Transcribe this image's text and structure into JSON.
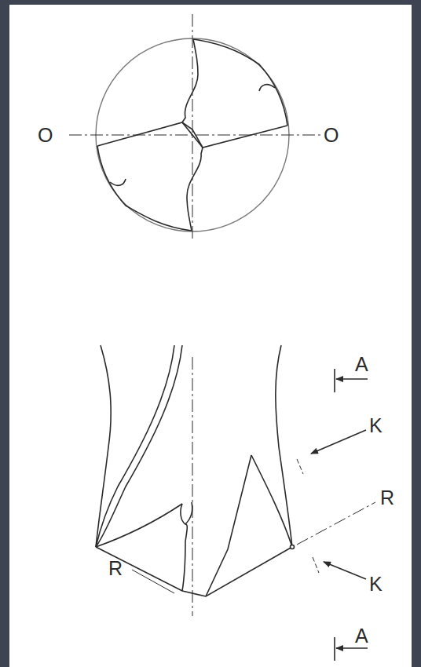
{
  "diagram": {
    "labels": [
      "O",
      "O",
      "A",
      "K",
      "R",
      "R",
      "K",
      "A"
    ]
  }
}
